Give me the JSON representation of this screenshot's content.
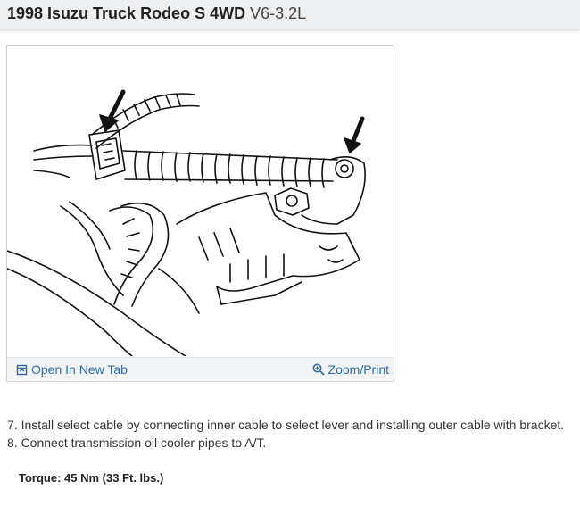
{
  "header": {
    "title": "1998 Isuzu Truck Rodeo S 4WD",
    "engine": "V6-3.2L"
  },
  "figure": {
    "open_new_tab_label": "Open In New Tab",
    "zoom_print_label": "Zoom/Print",
    "icons": [
      "open-new-tab-icon",
      "zoom-icon"
    ]
  },
  "steps": [
    "7. Install select cable by connecting inner cable to select lever and installing outer cable with bracket.",
    "8. Connect transmission oil cooler pipes to A/T."
  ],
  "torque": "Torque: 45 Nm (33 Ft. lbs.)",
  "colors": {
    "link": "#2b6cb0",
    "header_bg": "#eeeff1",
    "title_text": "#222222"
  }
}
